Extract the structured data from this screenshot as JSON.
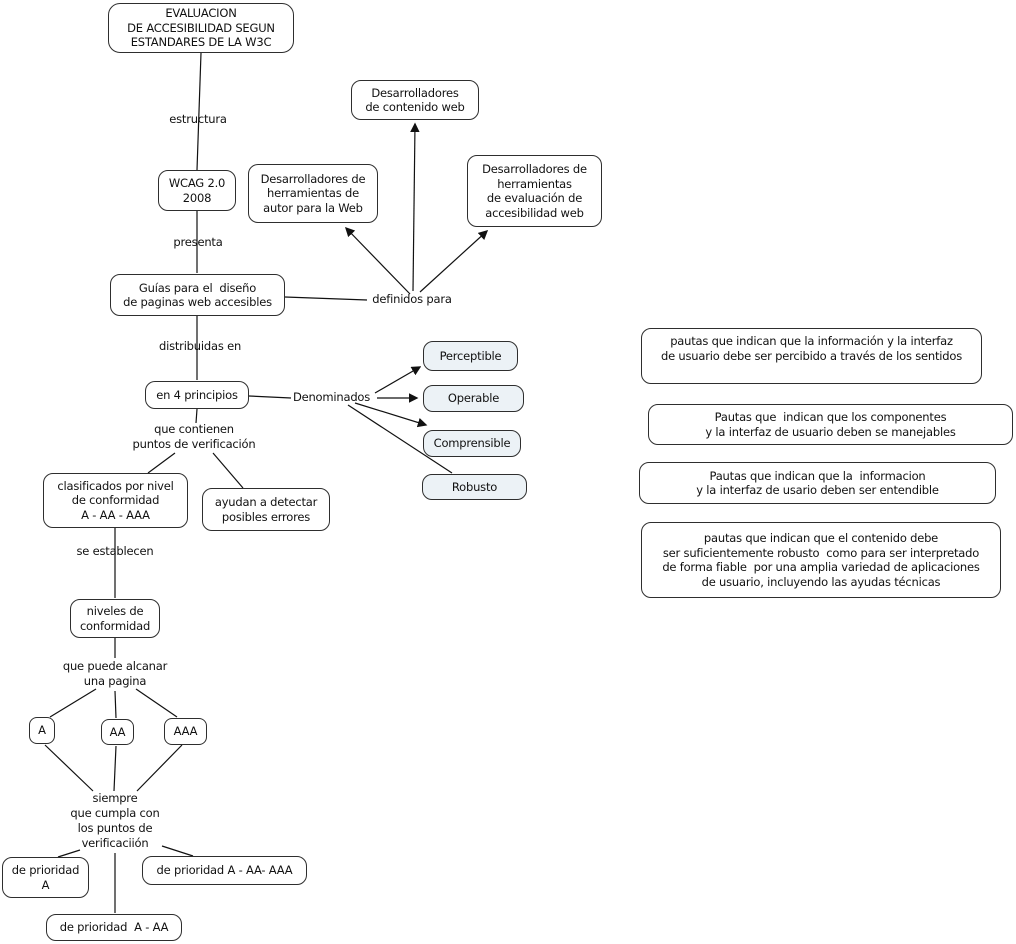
{
  "colors": {
    "background": "#ffffff",
    "concept_fill": "#ffffff",
    "principle_fill": "#ecf2f6",
    "border": "#2e2e2e",
    "line": "#111111",
    "text": "#111111"
  },
  "nodes": {
    "title": "EVALUACION\nDE ACCESIBILIDAD SEGUN\nESTANDARES DE LA W3C",
    "wcag": "WCAG 2.0\n2008",
    "guias": "Guías para el  diseño\nde paginas web accesibles",
    "contenido": "Desarrolladores\nde contenido web",
    "autor": "Desarrolladores de\nherramientas de\nautor para la Web",
    "evaluacion": "Desarrolladores de\nherramientas\nde evaluación de\naccesibilidad web",
    "principios": "en 4 principios",
    "perceptible": "Perceptible",
    "operable": "Operable",
    "comprensible": "Comprensible",
    "robusto": "Robusto",
    "pauta_perceptible": "pautas que indican que la información y la interfaz\nde usuario debe ser percibido a través de los sentidos",
    "pauta_operable": "Pautas que  indican que los componentes\ny la interfaz de usuario deben se manejables",
    "pauta_comprensible": "Pautas que indican que la  informacion\ny la interfaz de usario deben ser entendible",
    "pauta_robusto": "pautas que indican que el contenido debe\nser suficientemente robusto  como para ser interpretado\nde forma fiable  por una amplia variedad de aplicaciones\nde usuario, incluyendo las ayudas técnicas",
    "clasificados": "clasificados por nivel\nde conformidad\nA - AA - AAA",
    "ayudan": "ayudan a detectar\nposibles errores",
    "niveles": "niveles de\nconformidad",
    "nivel_a": "A",
    "nivel_aa": "AA",
    "nivel_aaa": "AAA",
    "prioridad_a": "de prioridad\nA",
    "prioridad_aaa": "de prioridad A - AA- AAA",
    "prioridad_aa": "de prioridad  A - AA"
  },
  "labels": {
    "estructura": "estructura",
    "presenta": "presenta",
    "definidos": "definidos para",
    "distribuidas": "distribuidas en",
    "denominados": "Denominados",
    "contienen": "que contienen\npuntos de verificación",
    "establecen": "se establecen",
    "alcanzar": "que puede alcanar\nuna pagina",
    "siempre": "siempre\nque cumpla con\nlos puntos de\nverificaciión"
  }
}
